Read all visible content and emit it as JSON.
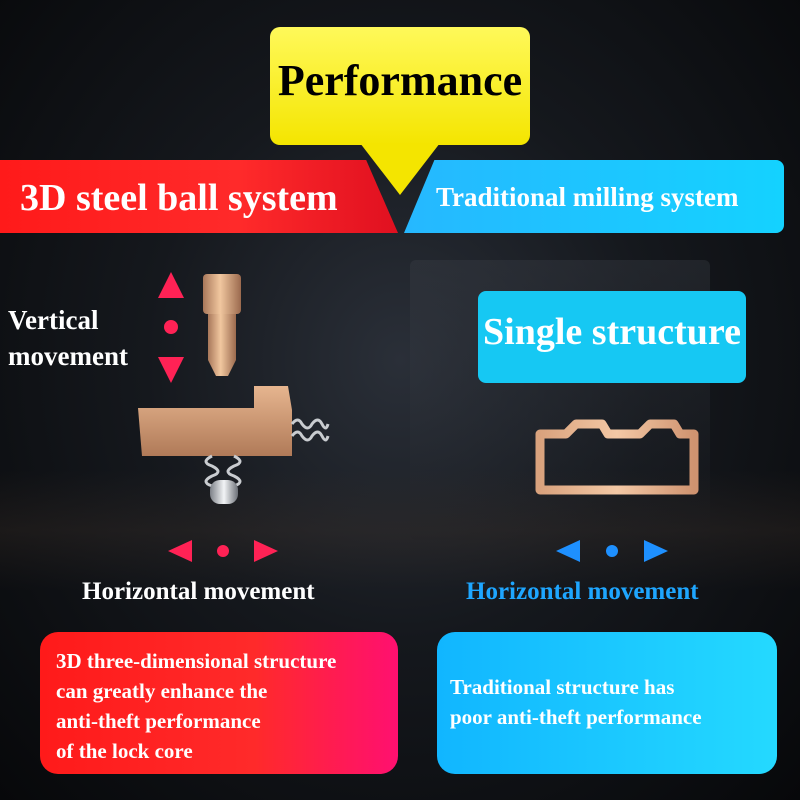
{
  "header": {
    "title": "Performance"
  },
  "left": {
    "banner": "3D steel ball system",
    "vertical_label": [
      "Vertical",
      "movement"
    ],
    "horizontal_label": "Horizontal movement",
    "description": [
      "3D three-dimensional structure",
      "can greatly enhance the",
      "anti-theft performance",
      "of the lock core"
    ],
    "accent_color": "#ff1a1a",
    "arrow_color": "#ff2255"
  },
  "right": {
    "banner": "Traditional milling system",
    "structure_label": "Single structure",
    "horizontal_label": "Horizontal movement",
    "description": [
      "Traditional structure has",
      "poor anti-theft performance"
    ],
    "accent_color": "#16c8f3",
    "arrow_color": "#1e90ff"
  },
  "icons": {
    "vertical_arrows": "double-vertical-arrow-icon",
    "horizontal_arrows": "double-horizontal-arrow-icon",
    "pin": "brass-pin-icon",
    "steel_ball_mechanism": "steel-ball-lock-mechanism",
    "milling_profile": "milling-key-profile"
  }
}
